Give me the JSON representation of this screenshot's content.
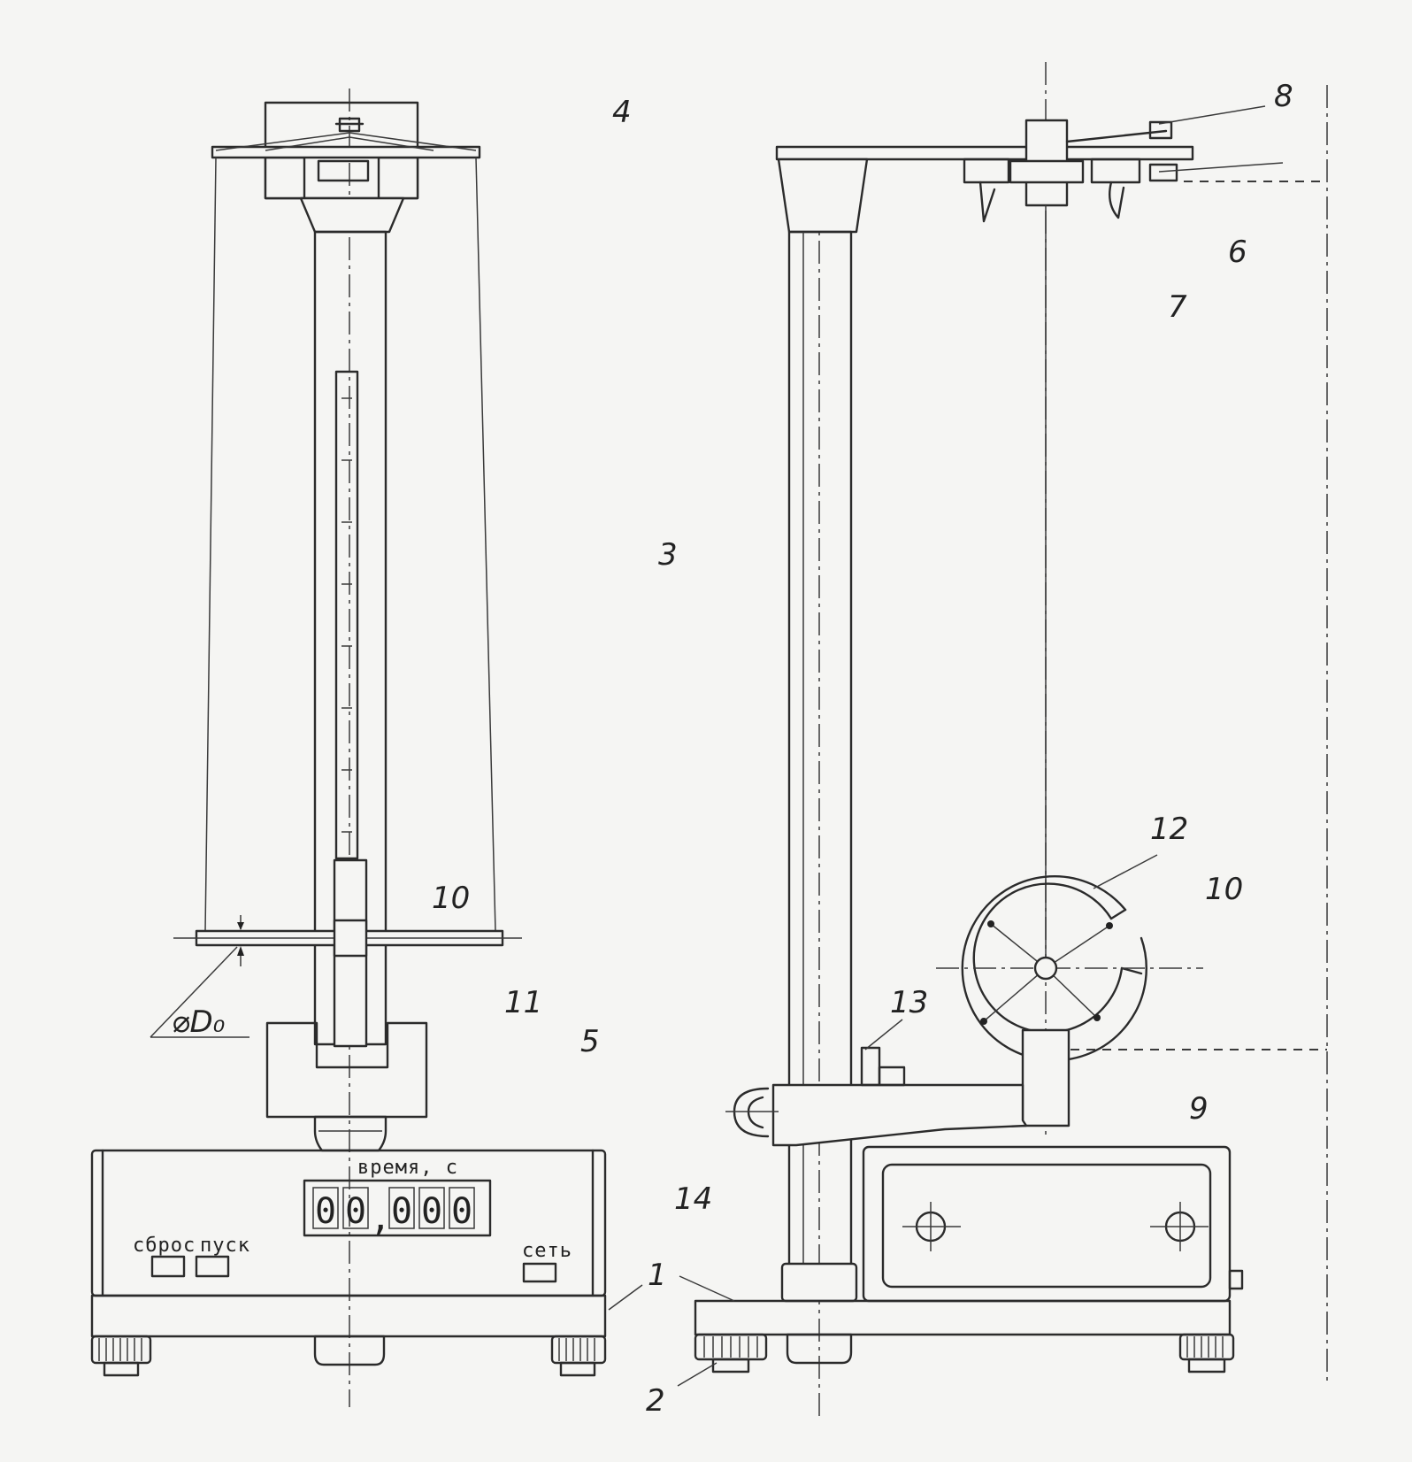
{
  "figure": {
    "part_labels": [
      "1",
      "2",
      "3",
      "4",
      "5",
      "6",
      "7",
      "8",
      "9",
      "10",
      "10",
      "11",
      "12",
      "13",
      "14"
    ],
    "diameter_label": "⌀D₀"
  },
  "front_panel": {
    "display_caption": "время, с",
    "display_value": [
      "0",
      "0",
      ",",
      "0",
      "0",
      "0"
    ],
    "reset_label": "сброс",
    "start_label": "пуск",
    "power_label": "сеть"
  }
}
